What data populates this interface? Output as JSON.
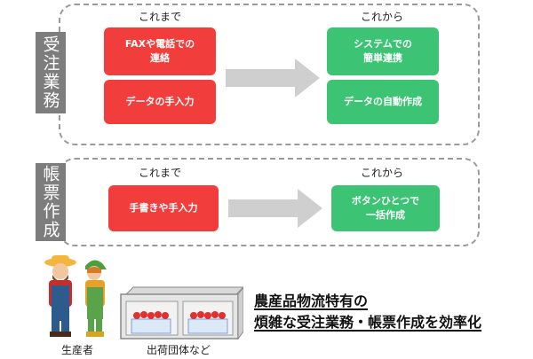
{
  "sections": [
    {
      "tab_label": "受注業務",
      "before_title": "これまで",
      "after_title": "これから",
      "before_boxes": [
        "FAXや電話での\n連絡",
        "データの手入力"
      ],
      "after_boxes": [
        "システムでの\n簡単連携",
        "データの自動作成"
      ]
    },
    {
      "tab_label": "帳票作成",
      "before_title": "これまで",
      "after_title": "これから",
      "before_boxes": [
        "手書きや手入力"
      ],
      "after_boxes": [
        "ボタンひとつで\n一括作成"
      ]
    }
  ],
  "bottom": {
    "headline_line1": "農産品物流特有の",
    "headline_line2": "煩雑な受注業務・帳票作成を効率化",
    "producer_label": "生産者",
    "shipper_label": "出荷団体など"
  },
  "colors": {
    "before": "#f23d3d",
    "after": "#3cc374",
    "tab": "#7d7d7d",
    "arrow": "#cfcfcf"
  }
}
